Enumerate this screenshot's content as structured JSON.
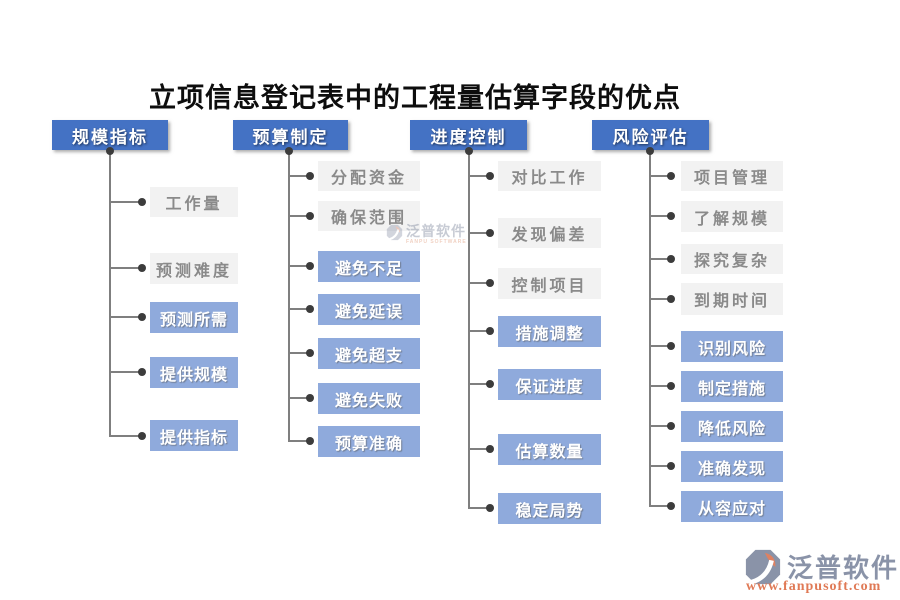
{
  "title": "立项信息登记表中的工程量估算字段的优点",
  "colors": {
    "header_bg": "#4472C4",
    "node_blue_bg": "#8FAADC",
    "node_gray_bg": "#F2F2F2",
    "node_gray_text": "#8A8A8A",
    "connector_line": "#7F7F7F",
    "connector_dot": "#3C3C3C",
    "logo_text": "#8A93A8",
    "logo_url_text": "#E07A56"
  },
  "columns": [
    {
      "header": "规模指标",
      "items": [
        {
          "label": "工作量",
          "variant": "gray"
        },
        {
          "label": "预测难度",
          "variant": "gray"
        },
        {
          "label": "预测所需",
          "variant": "blue"
        },
        {
          "label": "提供规模",
          "variant": "blue"
        },
        {
          "label": "提供指标",
          "variant": "blue"
        }
      ]
    },
    {
      "header": "预算制定",
      "items": [
        {
          "label": "分配资金",
          "variant": "gray"
        },
        {
          "label": "确保范围",
          "variant": "gray"
        },
        {
          "label": "避免不足",
          "variant": "blue"
        },
        {
          "label": "避免延误",
          "variant": "blue"
        },
        {
          "label": "避免超支",
          "variant": "blue"
        },
        {
          "label": "避免失败",
          "variant": "blue"
        },
        {
          "label": "预算准确",
          "variant": "blue"
        }
      ]
    },
    {
      "header": "进度控制",
      "items": [
        {
          "label": "对比工作",
          "variant": "gray"
        },
        {
          "label": "发现偏差",
          "variant": "gray"
        },
        {
          "label": "控制项目",
          "variant": "gray"
        },
        {
          "label": "措施调整",
          "variant": "blue"
        },
        {
          "label": "保证进度",
          "variant": "blue"
        },
        {
          "label": "估算数量",
          "variant": "blue"
        },
        {
          "label": "稳定局势",
          "variant": "blue"
        }
      ]
    },
    {
      "header": "风险评估",
      "items": [
        {
          "label": "项目管理",
          "variant": "gray"
        },
        {
          "label": "了解规模",
          "variant": "gray"
        },
        {
          "label": "探究复杂",
          "variant": "gray"
        },
        {
          "label": "到期时间",
          "variant": "gray"
        },
        {
          "label": "识别风险",
          "variant": "blue"
        },
        {
          "label": "制定措施",
          "variant": "blue"
        },
        {
          "label": "降低风险",
          "variant": "blue"
        },
        {
          "label": "准确发现",
          "variant": "blue"
        },
        {
          "label": "从容应对",
          "variant": "blue"
        }
      ]
    }
  ],
  "watermark": {
    "name": "泛普软件",
    "subtext": "FANPU SOFTWARE"
  },
  "footer": {
    "name": "泛普软件",
    "url": "www.fanpusoft.com"
  }
}
